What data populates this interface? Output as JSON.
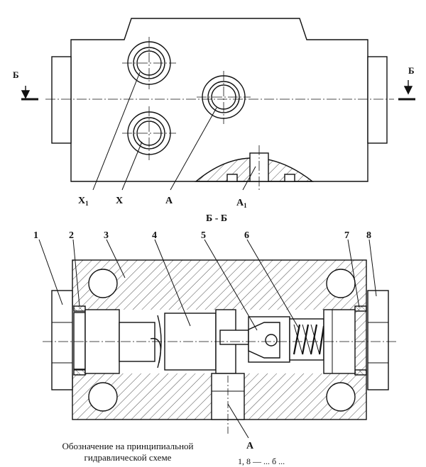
{
  "top_view": {
    "section_mark": "Б",
    "ports": {
      "x1": "X",
      "x1_sub": "1",
      "x": "X",
      "a": "A",
      "a1": "A",
      "a1_sub": "1"
    }
  },
  "section_title": "Б - Б",
  "section_view": {
    "callouts": [
      "1",
      "2",
      "3",
      "4",
      "5",
      "6",
      "7",
      "8"
    ],
    "port_a": "A"
  },
  "caption": {
    "line1": "Обозначение на принципиальной",
    "line2": "гидравлической схеме",
    "fragment": "1, 8 — ... б ..."
  }
}
